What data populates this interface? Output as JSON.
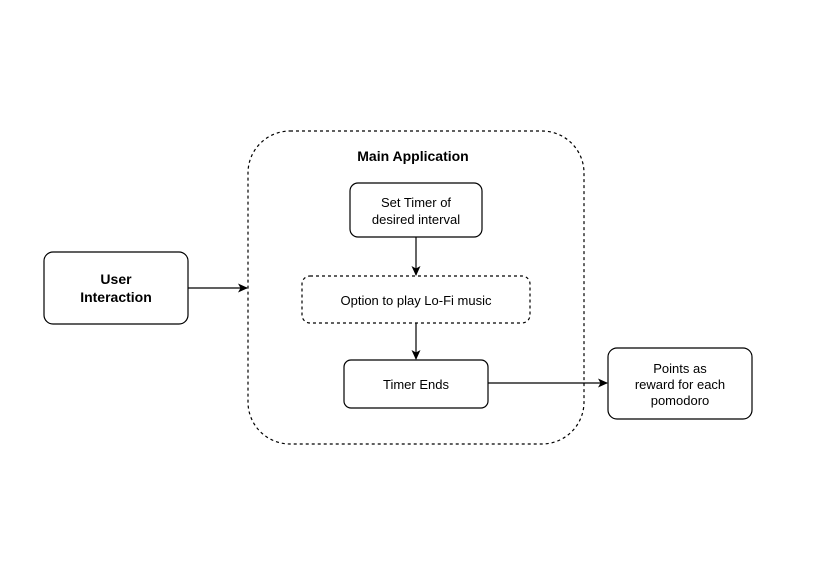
{
  "diagram": {
    "user_interaction": [
      "User",
      "Interaction"
    ],
    "main_application": "Main Application",
    "set_timer": [
      "Set Timer of",
      "desired interval"
    ],
    "lofi_option": "Option to play Lo-Fi music",
    "timer_ends": "Timer Ends",
    "points_reward": [
      "Points as",
      "reward for each",
      "pomodoro"
    ]
  }
}
